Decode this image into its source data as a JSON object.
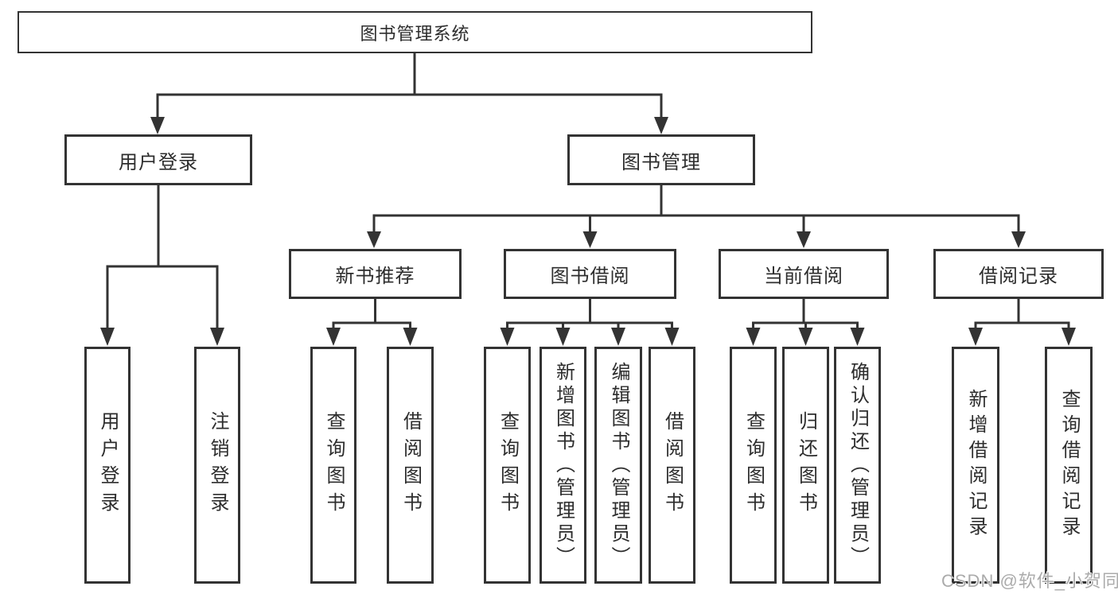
{
  "diagram": {
    "root": {
      "label": "图书管理系统"
    },
    "level2": [
      {
        "label": "用户登录",
        "children": [
          {
            "label": "用户登录"
          },
          {
            "label": "注销登录"
          }
        ]
      },
      {
        "label": "图书管理",
        "children": [
          {
            "label": "新书推荐",
            "children": [
              {
                "label": "查询图书"
              },
              {
                "label": "借阅图书"
              }
            ]
          },
          {
            "label": "图书借阅",
            "children": [
              {
                "label": "查询图书"
              },
              {
                "label": "新增图书（管理员）"
              },
              {
                "label": "编辑图书（管理员）"
              },
              {
                "label": "借阅图书"
              }
            ]
          },
          {
            "label": "当前借阅",
            "children": [
              {
                "label": "查询图书"
              },
              {
                "label": "归还图书"
              },
              {
                "label": "确认归还（管理员）"
              }
            ]
          },
          {
            "label": "借阅记录",
            "children": [
              {
                "label": "新增借阅记录"
              },
              {
                "label": "查询借阅记录"
              }
            ]
          }
        ]
      }
    ]
  },
  "watermark": {
    "text": "CSDN @软件_小贺同学"
  },
  "colors": {
    "line": "#333333",
    "text": "#2d2d2d",
    "background": "#ffffff",
    "watermark": "#ababab"
  }
}
